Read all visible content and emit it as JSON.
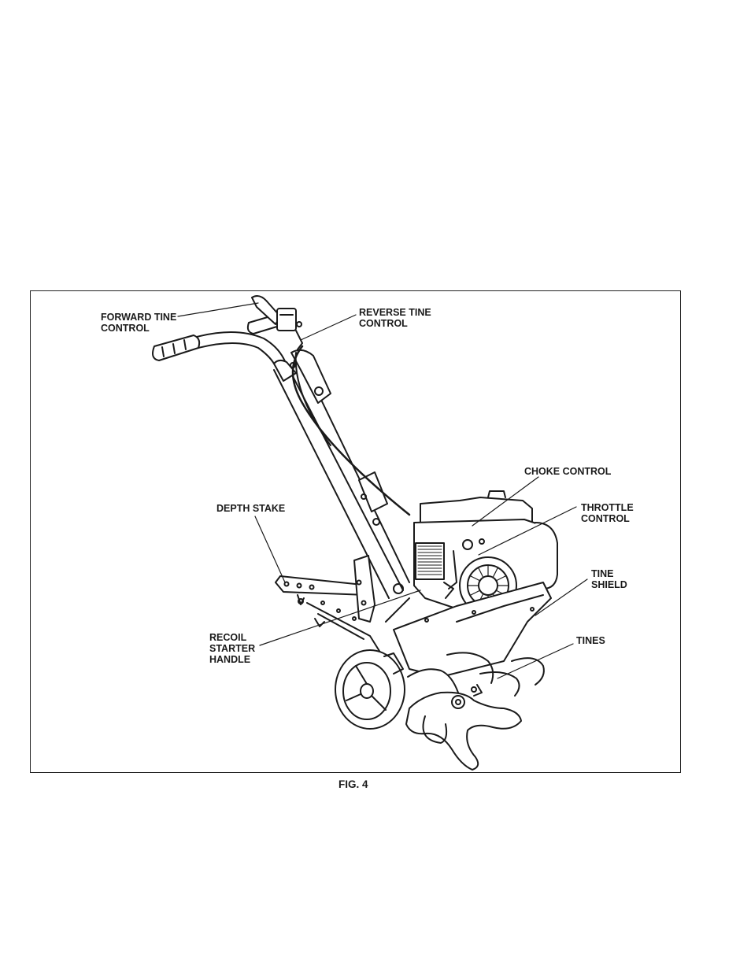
{
  "labels": {
    "forward_tine_control": [
      "FORWARD TINE",
      "CONTROL"
    ],
    "reverse_tine_control": [
      "REVERSE TINE",
      "CONTROL"
    ],
    "choke_control": [
      "CHOKE CONTROL"
    ],
    "throttle_control": [
      "THROTTLE",
      "CONTROL"
    ],
    "depth_stake": [
      "DEPTH STAKE"
    ],
    "tine_shield": [
      "TINE",
      "SHIELD"
    ],
    "recoil_starter_handle": [
      "RECOIL",
      "STARTER",
      "HANDLE"
    ],
    "tines": [
      "TINES"
    ]
  },
  "caption": "FIG. 4"
}
